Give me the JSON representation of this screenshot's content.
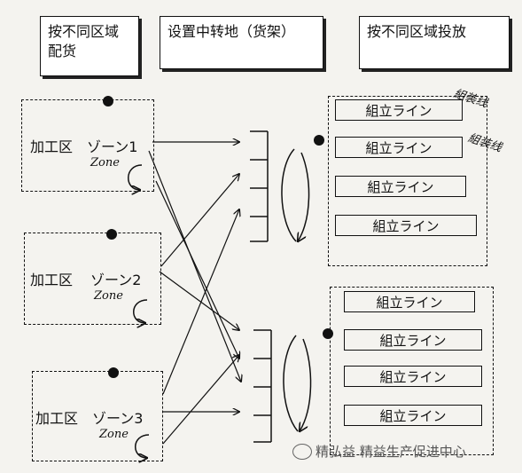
{
  "headers": {
    "zone_delivery": "按不同区域配货",
    "staging_rack": "设置中转地（货架）",
    "zone_dispatch": "按不同区域投放"
  },
  "zones": [
    {
      "label": "加工区",
      "zone_name": "ゾーン1",
      "handwritten": "Zone"
    },
    {
      "label": "加工区",
      "zone_name": "ゾーン2",
      "handwritten": "Zone"
    },
    {
      "label": "加工区",
      "zone_name": "ゾーン3",
      "handwritten": "Zone"
    }
  ],
  "assembly_lines": {
    "upper": [
      "組立ライン",
      "組立ライン",
      "組立ライン",
      "組立ライン"
    ],
    "lower": [
      "組立ライン",
      "組立ライン",
      "組立ライン",
      "組立ライン"
    ]
  },
  "handwritten_notes": [
    "組装线",
    "組装线"
  ],
  "watermark": "精弘益 精益生产促进中心"
}
